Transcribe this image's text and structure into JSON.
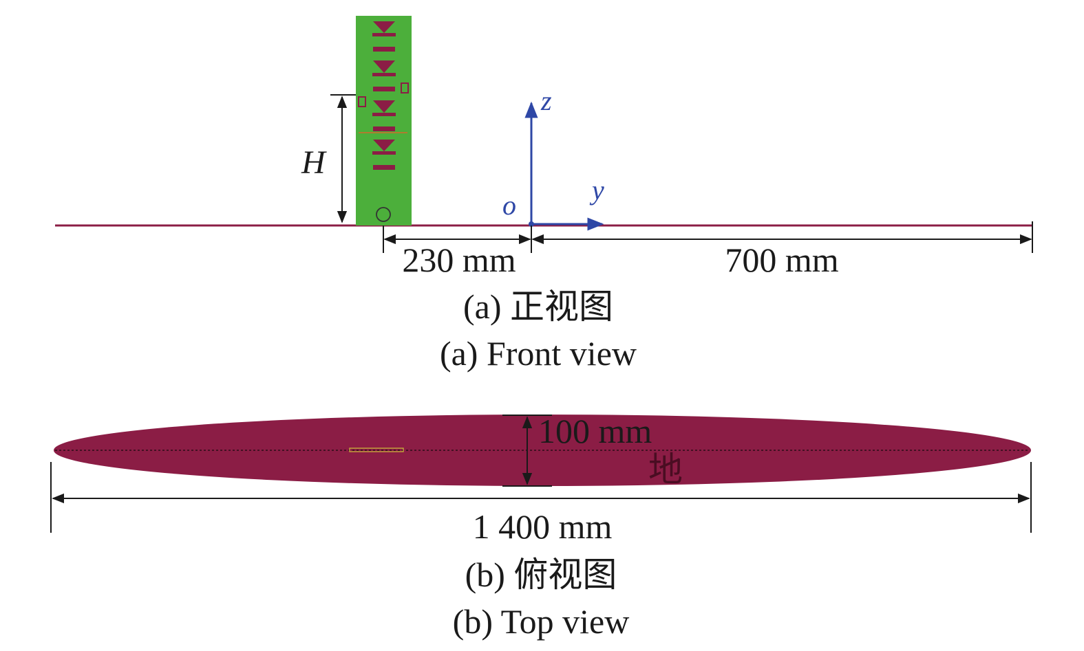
{
  "front_view": {
    "height_label": "H",
    "axis_z": "z",
    "axis_y": "y",
    "origin": "o",
    "dim_left": "230 mm",
    "dim_right": "700 mm",
    "caption_cn": "(a) 正视图",
    "caption_en": "(a) Front view"
  },
  "top_view": {
    "dim_width": "100 mm",
    "ground_label": "地",
    "dim_length": "1 400 mm",
    "caption_cn": "(b) 俯视图",
    "caption_en": "(b) Top view"
  },
  "colors": {
    "ground": "#8b1d45",
    "antenna_board": "#4caf3b",
    "axis": "#2e47a6",
    "dimension": "#1a1a1a"
  }
}
